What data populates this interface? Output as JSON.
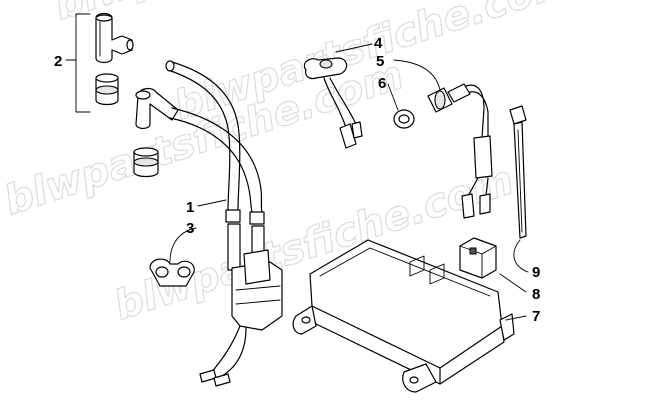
{
  "diagram": {
    "watermark": [
      "blwpartsfiche.com",
      "blwpartsfiche.com",
      "blwpartsfiche.com",
      "blwpartsfiche.com"
    ],
    "callouts": [
      {
        "id": "1",
        "label": "1"
      },
      {
        "id": "2",
        "label": "2"
      },
      {
        "id": "3",
        "label": "3"
      },
      {
        "id": "4",
        "label": "4"
      },
      {
        "id": "5",
        "label": "5"
      },
      {
        "id": "6",
        "label": "6"
      },
      {
        "id": "7",
        "label": "7"
      },
      {
        "id": "8",
        "label": "8"
      },
      {
        "id": "9",
        "label": "9"
      }
    ]
  }
}
